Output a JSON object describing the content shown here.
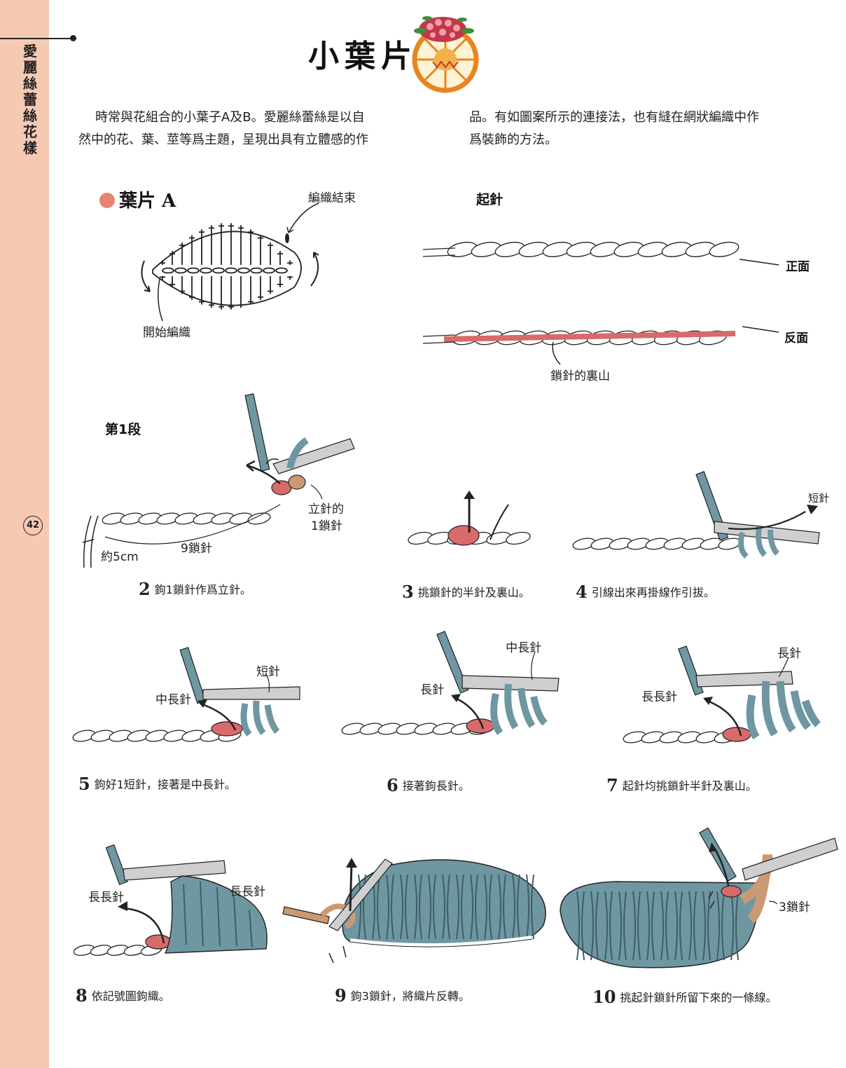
{
  "sidebar": {
    "title": "愛麗絲蕾絲花樣",
    "page_number": "42"
  },
  "page": {
    "title": "小葉片"
  },
  "intro": {
    "left_line1": "時常與花組合的小葉子A及B。愛麗絲蕾絲是以自",
    "left_line2": "然中的花、葉、莖等爲主題，呈現出具有立體感的作",
    "right_line1": "品。有如圖案所示的連接法，也有縫在網狀編織中作",
    "right_line2": "爲裝飾的方法。"
  },
  "leaf_a": {
    "heading": "葉片 A",
    "end_label": "編織結束",
    "start_label": "開始編織"
  },
  "starting_chain": {
    "heading": "起針",
    "front_label": "正面",
    "back_label": "反面",
    "back_bump_label": "鎖針的裏山"
  },
  "row1": {
    "heading": "第1段",
    "turning_chain_label_1": "立針的",
    "turning_chain_label_2": "1鎖針",
    "chain9_label": "9鎖針",
    "about5cm_label": "約5cm"
  },
  "steps": [
    {
      "num": "2",
      "text": "鉤1鎖針作爲立針。"
    },
    {
      "num": "3",
      "text": "挑鎖針的半針及裏山。"
    },
    {
      "num": "4",
      "text": "引線出來再掛線作引拔。",
      "label": "短針"
    },
    {
      "num": "5",
      "text": "鉤好1短針，接著是中長針。",
      "label_a": "中長針",
      "label_b": "短針"
    },
    {
      "num": "6",
      "text": "接著鉤長針。",
      "label_a": "長針",
      "label_b": "中長針"
    },
    {
      "num": "7",
      "text": "起針均挑鎖針半針及裏山。",
      "label_a": "長長針",
      "label_b": "長針"
    },
    {
      "num": "8",
      "text": "依記號圖鉤織。",
      "label_a": "長長針",
      "label_b": "長長針"
    },
    {
      "num": "9",
      "text": "鉤3鎖針，將織片反轉。"
    },
    {
      "num": "10",
      "text": "挑起針鎖針所留下來的一條線。",
      "label": "3鎖針"
    }
  ],
  "colors": {
    "sidebar": "#f6c9b3",
    "yarn_blue": "#6e97a2",
    "yarn_red": "#d86a6a",
    "yarn_tan": "#c99a73",
    "hook": "#cfcfcf"
  }
}
